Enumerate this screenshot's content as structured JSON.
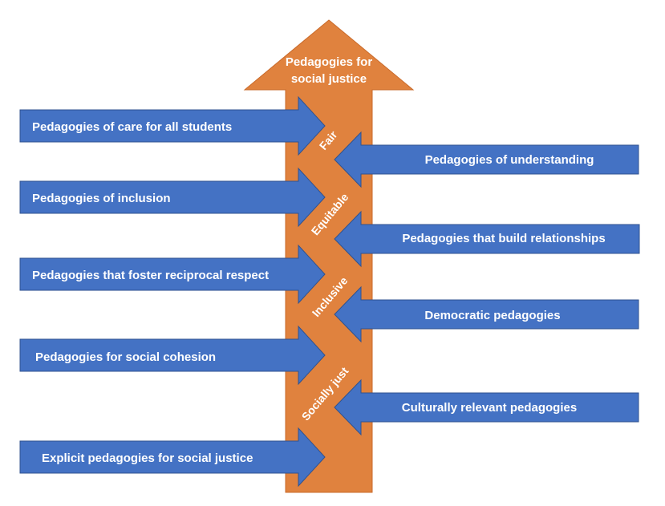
{
  "colors": {
    "trunk": "#E0823E",
    "trunk_stroke": "#C96A2A",
    "arrow": "#4472C4",
    "arrow_stroke": "#2F528F",
    "text": "#FFFFFF"
  },
  "trunk": {
    "title_line1": "Pedagogies for",
    "title_line2": "social justice"
  },
  "qualities": [
    "Fair",
    "Equitable",
    "Inclusive",
    "Socially just"
  ],
  "left_arrows": [
    {
      "label": "Pedagogies of care for all students"
    },
    {
      "label": "Pedagogies of inclusion"
    },
    {
      "label": "Pedagogies that foster reciprocal respect"
    },
    {
      "label": "Pedagogies for social cohesion"
    },
    {
      "label": "Explicit pedagogies for social justice"
    }
  ],
  "right_arrows": [
    {
      "label": "Pedagogies of understanding"
    },
    {
      "label": "Pedagogies that build relationships"
    },
    {
      "label": "Democratic pedagogies"
    },
    {
      "label": "Culturally relevant pedagogies"
    }
  ]
}
